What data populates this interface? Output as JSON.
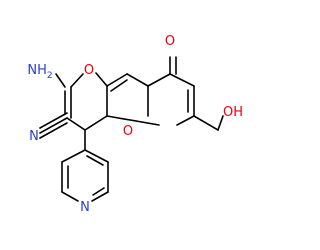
{
  "colors": {
    "carbon_bond": "#000000",
    "oxygen": "#e8000b",
    "nitrogen": "#2a3fd0",
    "background": "#ffffff"
  },
  "atoms": {
    "o_ring_upper": "O",
    "o_ring_lower": "O",
    "o_ketone": "O",
    "oh": "OH",
    "nh2_n": "N",
    "nh2_h": "H",
    "nh2_sub": "2",
    "nitrile_n": "N",
    "pyridine_n": "N"
  }
}
